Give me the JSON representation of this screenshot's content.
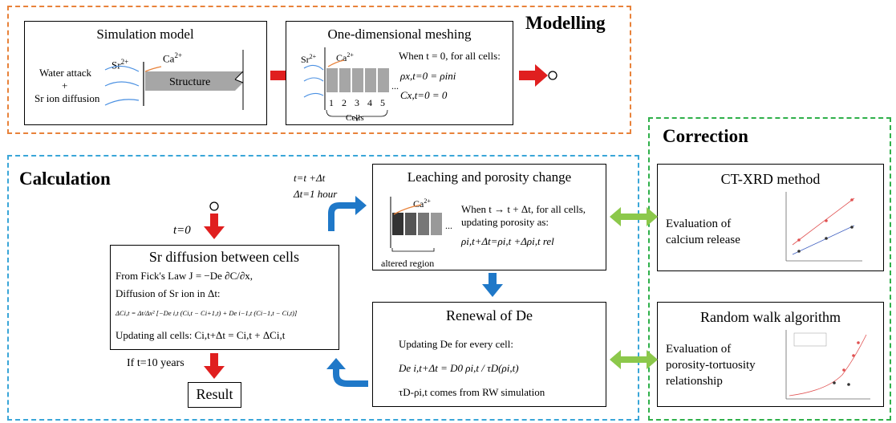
{
  "sections": {
    "modelling": "Modelling",
    "correction": "Correction",
    "calculation": "Calculation"
  },
  "simulation_model": {
    "title": "Simulation model",
    "sr_label": "Sr2+",
    "ca_label": "Ca2+",
    "water_attack": "Water attack",
    "plus": "+",
    "sr_ion_diffusion": "Sr ion diffusion",
    "structure": "Structure"
  },
  "meshing": {
    "title": "One-dimensional meshing",
    "sr_label": "Sr2+",
    "ca_label": "Ca2+",
    "condition": "When t = 0, for all cells:",
    "rho_eq": "ρx,t=0 = ρini",
    "c_eq": "Cx,t=0 = 0",
    "dots": "...",
    "cell_numbers": [
      "1",
      "2",
      "3",
      "4",
      "5"
    ],
    "cells_label": "Cells"
  },
  "time_step": {
    "line1": "t=t +Δt",
    "line2": "Δt=1 hour"
  },
  "start": {
    "t0": "t=0"
  },
  "leaching": {
    "title": "Leaching and porosity change",
    "ca_label": "Ca2+",
    "condition_line1": "When t → t + Δt, for all cells,",
    "condition_line2": "updating porosity as:",
    "equation": "ρi,t+Δt=ρi,t +Δρi,t rel",
    "dots": "...",
    "altered_region": "altered region"
  },
  "diffusion": {
    "title": "Sr diffusion between cells",
    "ficks_law": "From Fick's Law J = −De ∂C/∂x,",
    "diffusion_of": "Diffusion of Sr ion in Δt:",
    "delta_equation": "ΔCi,t = Δt/Δx² [−De i,t (Ci,t − Ci+1,t) + De i−1,t (Ci−1,t − Ci,t)]",
    "updating": "Updating all cells: Ci,t+Δt = Ci,t + ΔCi,t"
  },
  "stop_condition": "If t=10 years",
  "result": "Result",
  "renewal": {
    "title": "Renewal of De",
    "updating": "Updating De for every cell:",
    "equation": "De i,t+Δt = D0 ρi,t / τD(ρi,t)",
    "source": "τD-ρi,t comes from RW simulation"
  },
  "ct_xrd": {
    "title": "CT-XRD method",
    "evaluation_line1": "Evaluation of",
    "evaluation_line2": "calcium release"
  },
  "random_walk": {
    "title": "Random walk algorithm",
    "evaluation_line1": "Evaluation of",
    "evaluation_line2": "porosity-tortuosity",
    "evaluation_line3": "relationship"
  },
  "colors": {
    "modelling_frame": "#e8823a",
    "calculation_frame": "#3aa6d8",
    "correction_frame": "#2fb04a",
    "red_arrow": "#e01f1f",
    "blue_arrow": "#1f78c8",
    "green_arrow": "#8cc84b",
    "structure_gray": "#a6a6a6"
  }
}
